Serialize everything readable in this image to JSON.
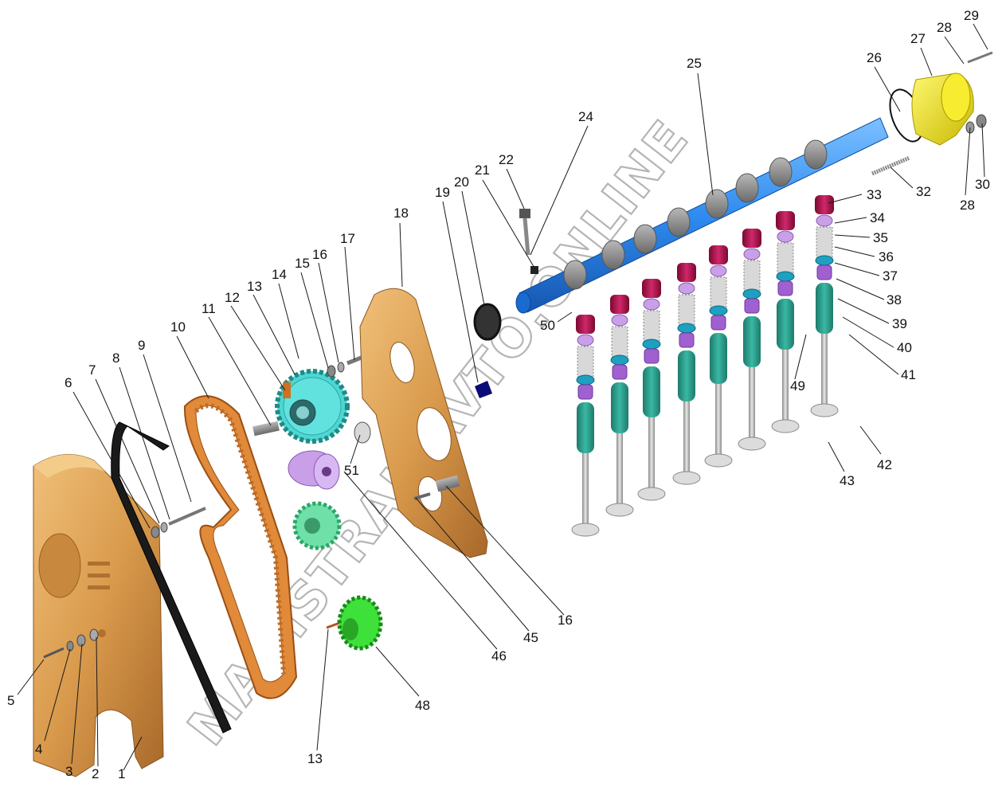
{
  "watermark": "MAGISTRAL-AVTO.ONLINE",
  "colors": {
    "bronze": "#d99a4c",
    "bronze_dark": "#a8682a",
    "belt_orange": "#e08a3a",
    "belt_dark": "#9a4f14",
    "cyan_gear": "#4fd6d2",
    "lilac": "#c9a0e8",
    "mint_gear": "#6fe0a8",
    "green_gear": "#3ee03a",
    "camshaft_blue": "#2f8cf0",
    "cam_lobe": "#8a8a8a",
    "tappet": "#b0104a",
    "spring": "#d8d8d8",
    "retainer": "#a060d0",
    "valve_guide": "#2a9a8a",
    "valve": "#c8c8c8",
    "housing_yellow": "#f0e020",
    "seal_black": "#1a1a1a",
    "navy": "#0a0a7a"
  },
  "callouts": [
    {
      "id": "1",
      "label": "1"
    },
    {
      "id": "2",
      "label": "2"
    },
    {
      "id": "3",
      "label": "3"
    },
    {
      "id": "4",
      "label": "4"
    },
    {
      "id": "5",
      "label": "5"
    },
    {
      "id": "6",
      "label": "6"
    },
    {
      "id": "7",
      "label": "7"
    },
    {
      "id": "8",
      "label": "8"
    },
    {
      "id": "9",
      "label": "9"
    },
    {
      "id": "10",
      "label": "10"
    },
    {
      "id": "11",
      "label": "11"
    },
    {
      "id": "12",
      "label": "12"
    },
    {
      "id": "13a",
      "label": "13"
    },
    {
      "id": "13b",
      "label": "13"
    },
    {
      "id": "14",
      "label": "14"
    },
    {
      "id": "15",
      "label": "15"
    },
    {
      "id": "16a",
      "label": "16"
    },
    {
      "id": "16b",
      "label": "16"
    },
    {
      "id": "17",
      "label": "17"
    },
    {
      "id": "18",
      "label": "18"
    },
    {
      "id": "19",
      "label": "19"
    },
    {
      "id": "20",
      "label": "20"
    },
    {
      "id": "21",
      "label": "21"
    },
    {
      "id": "22",
      "label": "22"
    },
    {
      "id": "24",
      "label": "24"
    },
    {
      "id": "25",
      "label": "25"
    },
    {
      "id": "26",
      "label": "26"
    },
    {
      "id": "27",
      "label": "27"
    },
    {
      "id": "28a",
      "label": "28"
    },
    {
      "id": "28b",
      "label": "28"
    },
    {
      "id": "29",
      "label": "29"
    },
    {
      "id": "30",
      "label": "30"
    },
    {
      "id": "32",
      "label": "32"
    },
    {
      "id": "33",
      "label": "33"
    },
    {
      "id": "34",
      "label": "34"
    },
    {
      "id": "35",
      "label": "35"
    },
    {
      "id": "36",
      "label": "36"
    },
    {
      "id": "37",
      "label": "37"
    },
    {
      "id": "38",
      "label": "38"
    },
    {
      "id": "39",
      "label": "39"
    },
    {
      "id": "40",
      "label": "40"
    },
    {
      "id": "41",
      "label": "41"
    },
    {
      "id": "42",
      "label": "42"
    },
    {
      "id": "43",
      "label": "43"
    },
    {
      "id": "45",
      "label": "45"
    },
    {
      "id": "46",
      "label": "46"
    },
    {
      "id": "48",
      "label": "48"
    },
    {
      "id": "49",
      "label": "49"
    },
    {
      "id": "50",
      "label": "50"
    },
    {
      "id": "51",
      "label": "51"
    }
  ]
}
